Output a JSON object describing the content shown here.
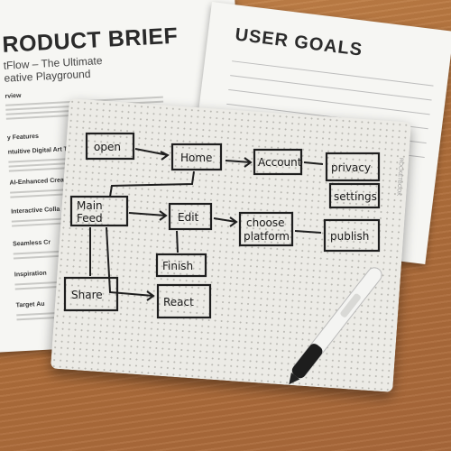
{
  "product_brief": {
    "title": "RODUCT BRIEF",
    "subtitle_line1": "tFlow – The Ultimate",
    "subtitle_line2": "eative Playground",
    "sections": [
      "rview",
      "y Features",
      "ntuitive Digital Art To",
      "AI-Enhanced Creat",
      "Interactive Colla",
      "Seamless Cr",
      "Inspiration",
      "Target Au"
    ]
  },
  "user_goals": {
    "title": "USER GOALS"
  },
  "board": {
    "brand": "ROCKETBOOK",
    "nodes": {
      "open": "open",
      "home": "Home",
      "account": "Account",
      "privacy": "privacy",
      "settings": "settings",
      "main_feed_1": "Main",
      "main_feed_2": "Feed",
      "edit": "Edit",
      "choose_1": "choose",
      "choose_2": "platform",
      "publish": "publish",
      "finish": "Finish",
      "share": "Share",
      "react": "React"
    }
  }
}
